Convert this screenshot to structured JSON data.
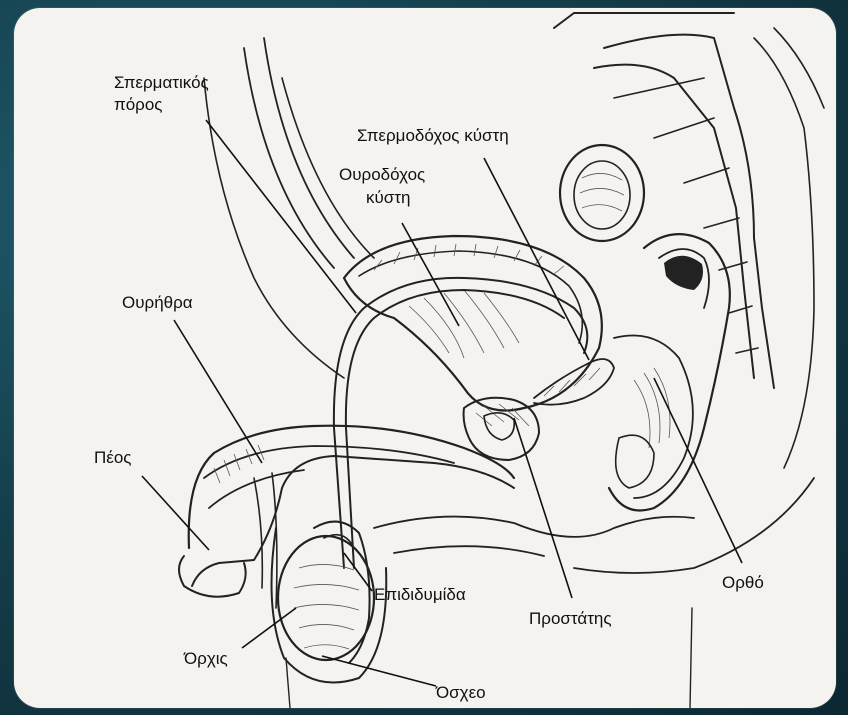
{
  "labels": {
    "vas_deferens_line1": "Σπερματικός",
    "vas_deferens_line2": "πόρος",
    "seminal_vesicle": "Σπερμοδόχος κύστη",
    "bladder_line1": "Ουροδόχος",
    "bladder_line2": "κύστη",
    "urethra": "Ουρήθρα",
    "penis": "Πέος",
    "epididymis": "Επιδιδυμίδα",
    "prostate": "Προστάτης",
    "rectum": "Ορθό",
    "testis": "Όρχις",
    "scrotum": "Όσχεο"
  },
  "colors": {
    "background": "#153f4c",
    "panel": "#f4f3ef",
    "ink": "#111111"
  }
}
